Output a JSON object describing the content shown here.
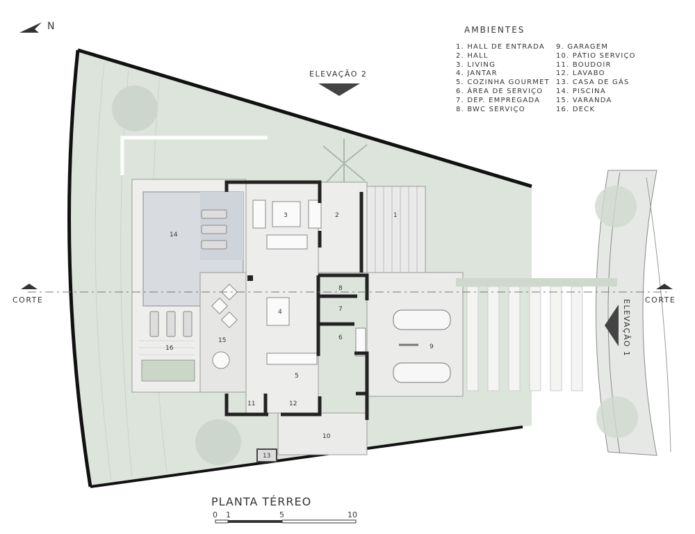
{
  "north": {
    "label": "N"
  },
  "legend": {
    "title": "AMBIENTES",
    "col1": [
      "1. HALL DE ENTRADA",
      "2. HALL",
      "3. LIVING",
      "4. JANTAR",
      "5. COZINHA GOURMET",
      "6. ÁREA DE SERVIÇO",
      "7. DEP. EMPREGADA",
      "8. BWC SERVIÇO"
    ],
    "col2": [
      "9. GARAGEM",
      "10. PÁTIO SERVIÇO",
      "11. BOUDOIR",
      "12. LAVABO",
      "13. CASA DE GÁS",
      "14. PISCINA",
      "15. VARANDA",
      "16. DECK"
    ]
  },
  "section_markers": {
    "left": "CORTE",
    "right": "CORTE"
  },
  "elevations": {
    "top": "ELEVAÇÃO 2",
    "right": "ELEVAÇÃO 1"
  },
  "rooms": {
    "r1": "1",
    "r2": "2",
    "r3": "3",
    "r4": "4",
    "r5": "5",
    "r6": "6",
    "r7": "7",
    "r8": "8",
    "r9": "9",
    "r10": "10",
    "r11": "11",
    "r12": "12",
    "r13": "13",
    "r14": "14",
    "r15": "15",
    "r16": "16"
  },
  "plan_title": "PLANTA TÉRREO",
  "scale": {
    "t0": "0",
    "t1": "1",
    "t5": "5",
    "t10": "10"
  },
  "colors": {
    "site_fill": "#dde4dc",
    "wall": "#222222",
    "pool": "#d8dbe0",
    "floor": "#e9eae8"
  }
}
